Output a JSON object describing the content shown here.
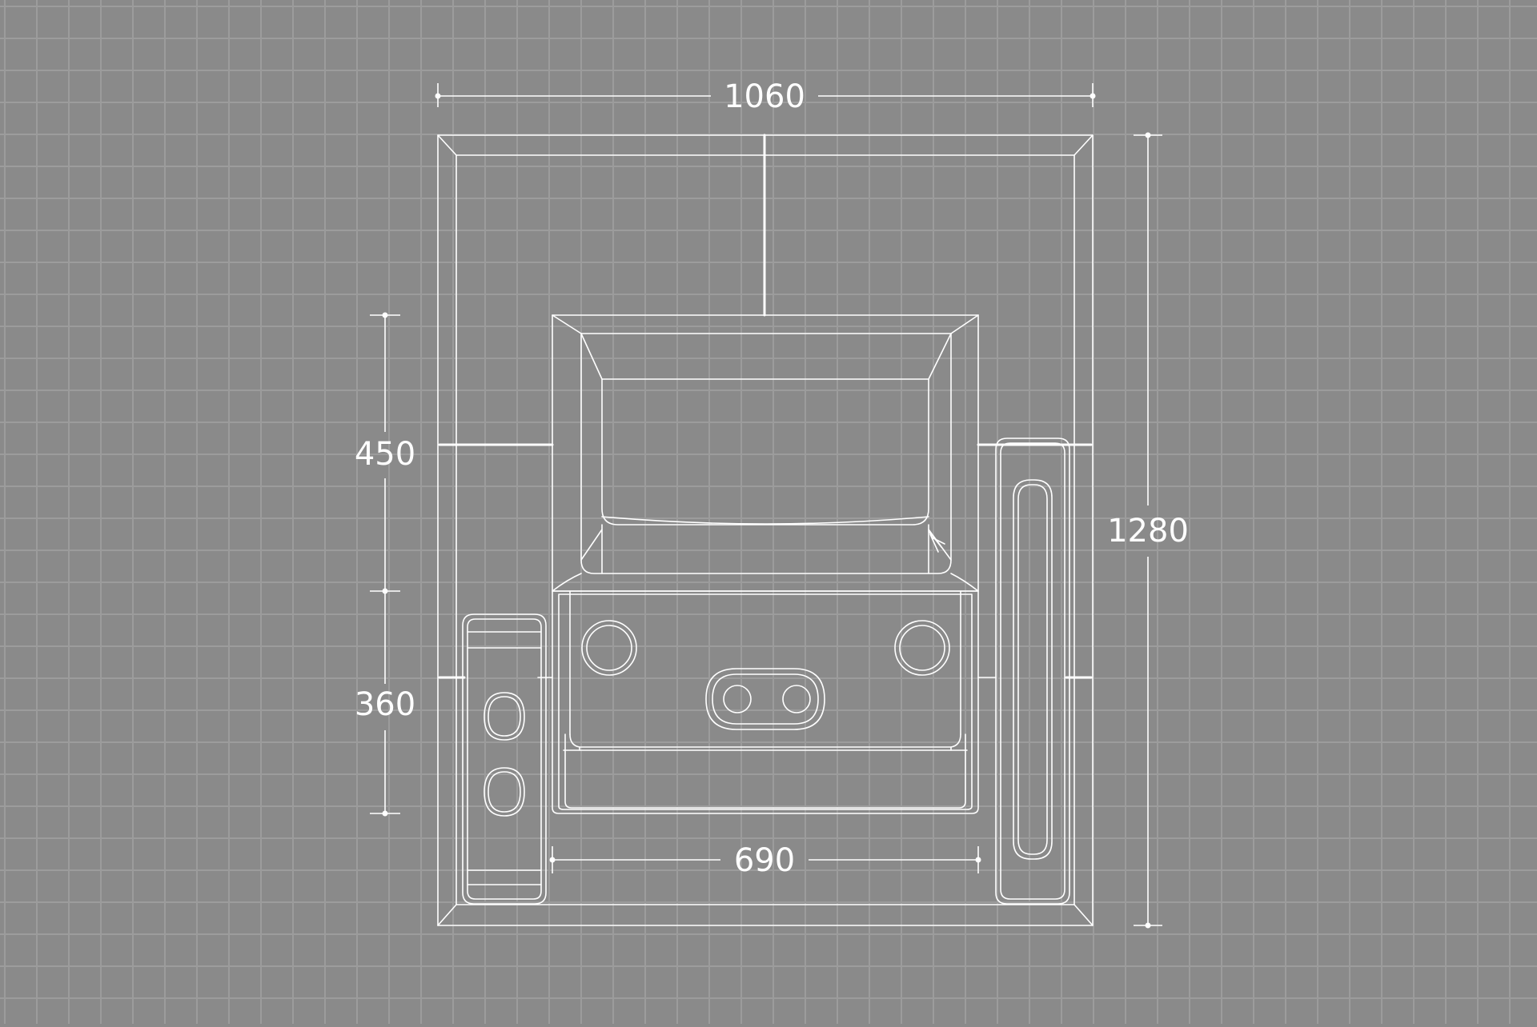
{
  "dimensions": {
    "overall_width": "1060",
    "overall_depth": "1280",
    "upper_depth": "450",
    "lower_depth": "360",
    "inner_width": "690"
  },
  "colors": {
    "background": "#8a8a8a",
    "grid_line": "#9c9c9c",
    "line": "#ffffff"
  }
}
